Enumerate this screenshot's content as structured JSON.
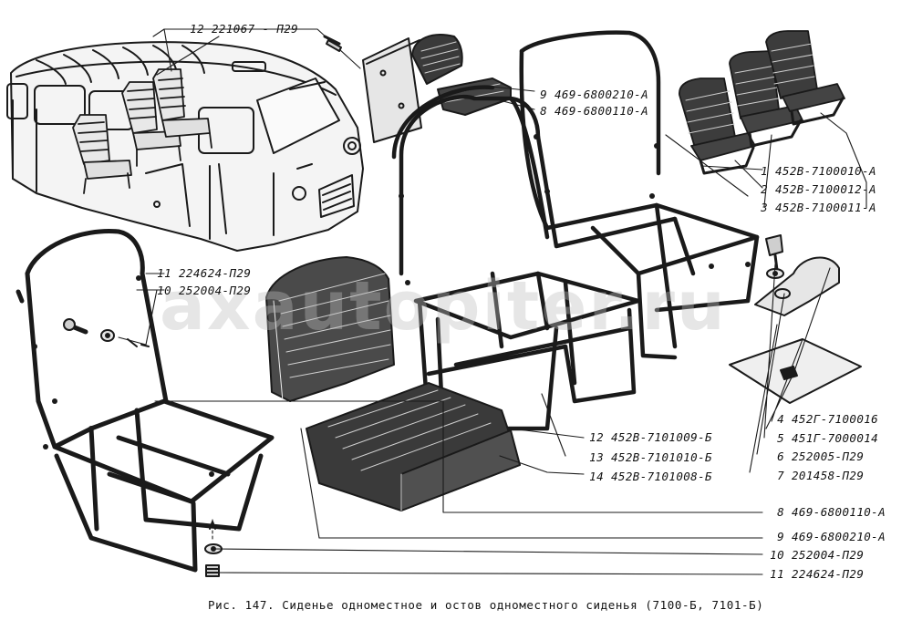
{
  "watermark": "axautopiter.ru",
  "caption": "Рис. 147. Сиденье одноместное и остов одноместного сиденья (7100-Б, 7101-Б)",
  "callouts": [
    {
      "num": "12",
      "code": "221067 - П29"
    },
    {
      "num": "9",
      "code": "469-6800210-A"
    },
    {
      "num": "8",
      "code": "469-6800110-A"
    },
    {
      "num": "1",
      "code": "452B-7100010-A"
    },
    {
      "num": "2",
      "code": "452B-7100012-A"
    },
    {
      "num": "3",
      "code": "452B-7100011-A"
    },
    {
      "num": "11",
      "code": "224624-П29"
    },
    {
      "num": "10",
      "code": "252004-П29"
    },
    {
      "num": "4",
      "code": "452Г-7100016"
    },
    {
      "num": "5",
      "code": "451Г-7000014"
    },
    {
      "num": "6",
      "code": "252005-П29"
    },
    {
      "num": "7",
      "code": "201458-П29"
    },
    {
      "num": "12",
      "code": "452B-7101009-Б"
    },
    {
      "num": "13",
      "code": "452B-7101010-Б"
    },
    {
      "num": "14",
      "code": "452B-7101008-Б"
    },
    {
      "num": "8",
      "code": "469-6800110-A"
    },
    {
      "num": "9",
      "code": "469-6800210-A"
    },
    {
      "num": "10",
      "code": "252004-П29"
    },
    {
      "num": "11",
      "code": "224624-П29"
    }
  ]
}
